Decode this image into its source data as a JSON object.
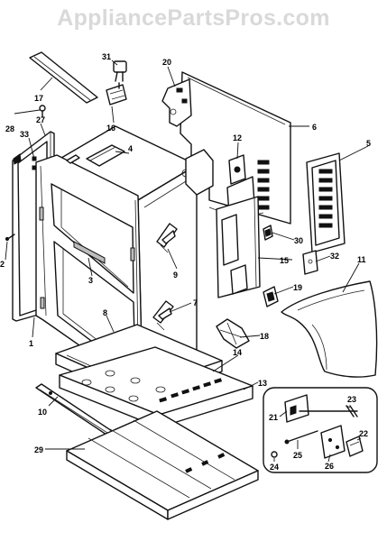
{
  "watermark": "AppliancePartsPros.com",
  "parts": [
    {
      "id": "p1",
      "label": "1"
    },
    {
      "id": "p2",
      "label": "2"
    },
    {
      "id": "p3",
      "label": "3"
    },
    {
      "id": "p4",
      "label": "4"
    },
    {
      "id": "p5",
      "label": "5"
    },
    {
      "id": "p6",
      "label": "6"
    },
    {
      "id": "p7",
      "label": "7"
    },
    {
      "id": "p8",
      "label": "8"
    },
    {
      "id": "p9",
      "label": "9"
    },
    {
      "id": "p10",
      "label": "10"
    },
    {
      "id": "p11",
      "label": "11"
    },
    {
      "id": "p12",
      "label": "12"
    },
    {
      "id": "p13",
      "label": "13"
    },
    {
      "id": "p14",
      "label": "14"
    },
    {
      "id": "p15",
      "label": "15"
    },
    {
      "id": "p16",
      "label": "16"
    },
    {
      "id": "p17",
      "label": "17"
    },
    {
      "id": "p18",
      "label": "18"
    },
    {
      "id": "p19",
      "label": "19"
    },
    {
      "id": "p20",
      "label": "20"
    },
    {
      "id": "p21",
      "label": "21"
    },
    {
      "id": "p22",
      "label": "22"
    },
    {
      "id": "p23",
      "label": "23"
    },
    {
      "id": "p24",
      "label": "24"
    },
    {
      "id": "p25",
      "label": "25"
    },
    {
      "id": "p26",
      "label": "26"
    },
    {
      "id": "p27",
      "label": "27"
    },
    {
      "id": "p28",
      "label": "28"
    },
    {
      "id": "p29",
      "label": "29"
    },
    {
      "id": "p30",
      "label": "30"
    },
    {
      "id": "p31",
      "label": "31"
    },
    {
      "id": "p32",
      "label": "32"
    },
    {
      "id": "p33",
      "label": "33"
    }
  ]
}
